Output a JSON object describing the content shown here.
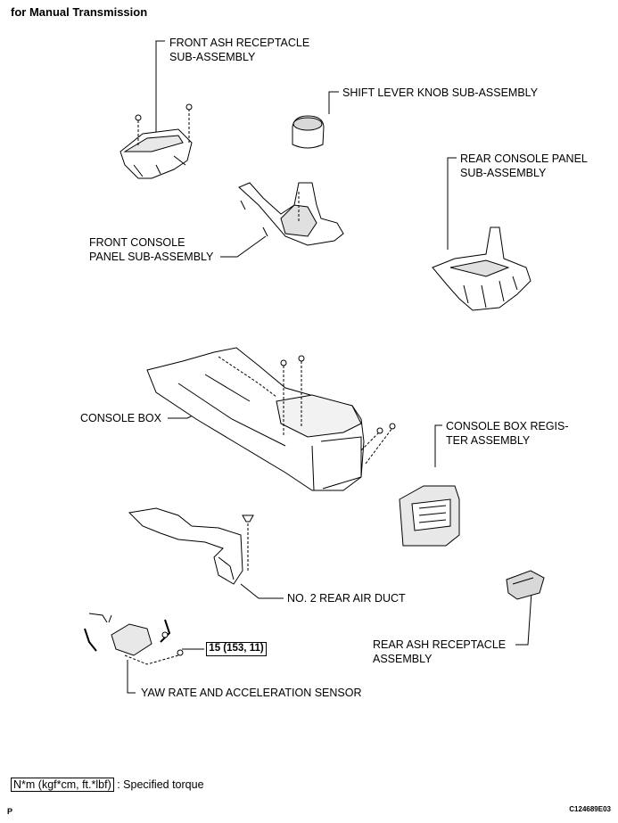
{
  "header": "for Manual Transmission",
  "labels": {
    "front_ash": "FRONT ASH RECEPTACLE\nSUB-ASSEMBLY",
    "shift_knob": "SHIFT LEVER KNOB SUB-ASSEMBLY",
    "rear_console": "REAR CONSOLE PANEL\nSUB-ASSEMBLY",
    "front_console": "FRONT CONSOLE\nPANEL SUB-ASSEMBLY",
    "console_box": "CONSOLE BOX",
    "register": "CONSOLE BOX REGIS-\nTER ASSEMBLY",
    "air_duct": "NO. 2 REAR AIR DUCT",
    "rear_ash": "REAR ASH RECEPTACLE\nASSEMBLY",
    "yaw_sensor": "YAW RATE AND ACCELERATION SENSOR"
  },
  "torque": "15 (153, 11)",
  "legend": {
    "unit": "N*m (kgf*cm, ft.*lbf)",
    "text": ": Specified torque"
  },
  "footer": {
    "left": "P",
    "code": "C124689E03"
  }
}
